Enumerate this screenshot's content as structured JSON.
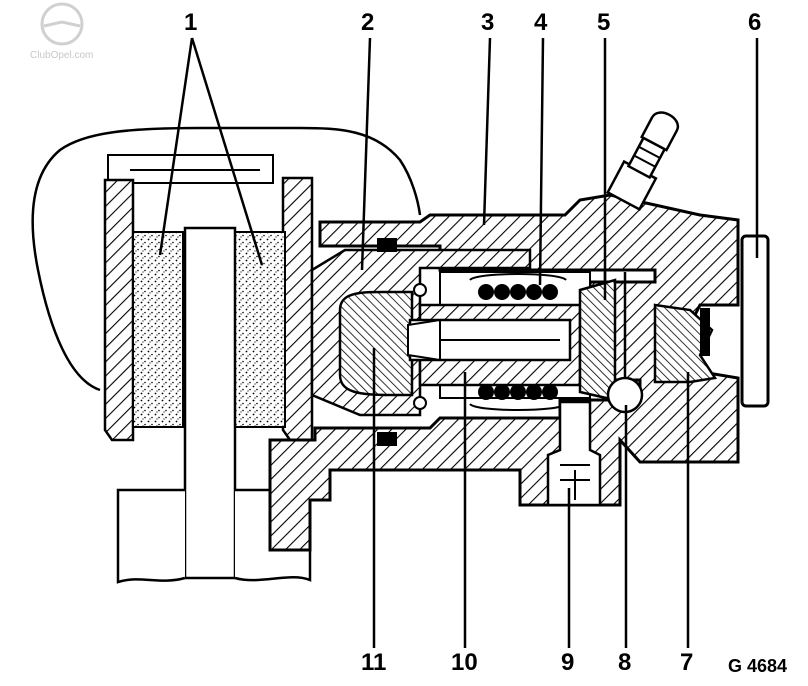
{
  "watermark": "ClubOpel.com",
  "figure_code": "G 4684",
  "callouts": [
    {
      "id": "c1",
      "label": "1"
    },
    {
      "id": "c2",
      "label": "2"
    },
    {
      "id": "c3",
      "label": "3"
    },
    {
      "id": "c4",
      "label": "4"
    },
    {
      "id": "c5",
      "label": "5"
    },
    {
      "id": "c6",
      "label": "6"
    },
    {
      "id": "c7",
      "label": "7"
    },
    {
      "id": "c8",
      "label": "8"
    },
    {
      "id": "c9",
      "label": "9"
    },
    {
      "id": "c10",
      "label": "10"
    },
    {
      "id": "c11",
      "label": "11"
    }
  ]
}
